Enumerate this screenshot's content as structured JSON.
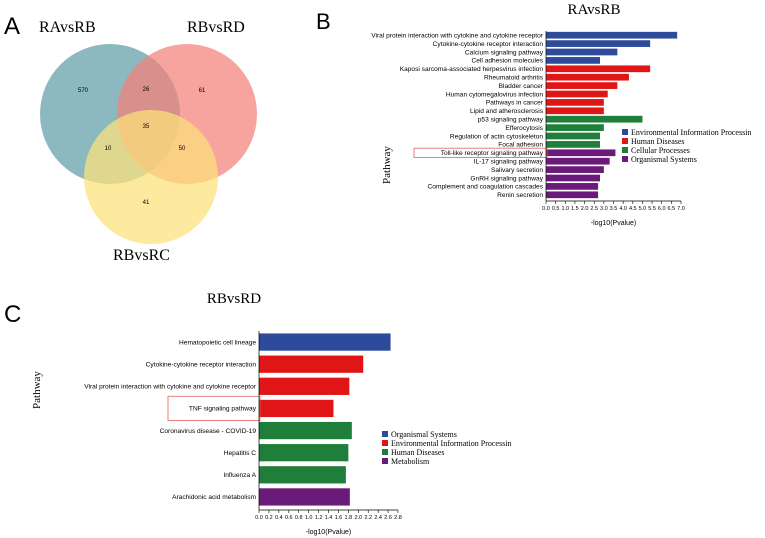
{
  "panels": {
    "A": "A",
    "B": "B",
    "C": "C"
  },
  "colors": {
    "environmental": "#2e4a9a",
    "human_diseases": "#e01515",
    "cellular": "#1f7f3a",
    "organismal": "#6a1a78",
    "venn_rb": "#5e9ea6",
    "venn_rd": "#f47f78",
    "venn_rc": "#fde27a",
    "highlight_box": "#e06060"
  },
  "venn": {
    "labels": {
      "ra_vs_rb": "RAvsRB",
      "rb_vs_rd": "RBvsRD",
      "rb_vs_rc": "RBvsRC"
    },
    "counts": {
      "only_ra_vs_rb": "570",
      "only_rb_vs_rd": "61",
      "only_rb_vs_rc": "41",
      "ra_rb_and_rd": "26",
      "ra_rb_and_rc": "10",
      "rd_and_rc": "50",
      "all_three": "35"
    }
  },
  "chart_data": [
    {
      "type": "bar",
      "orientation": "horizontal",
      "title": "RAvsRB",
      "xlabel": "-log10(Pvalue)",
      "ylabel": "Pathway",
      "xlim": [
        0,
        7.0
      ],
      "x_ticks": [
        "0.0",
        "0.5",
        "1.0",
        "1.5",
        "2.0",
        "2.5",
        "3.0",
        "3.5",
        "4.0",
        "4.5",
        "5.0",
        "5.5",
        "6.0",
        "6.5",
        "7.0"
      ],
      "legend_position": "right",
      "legend": [
        {
          "name": "Environmental Information Processin",
          "color": "#2e4a9a"
        },
        {
          "name": "Human Diseases",
          "color": "#e01515"
        },
        {
          "name": "Cellular Processes",
          "color": "#1f7f3a"
        },
        {
          "name": "Organismal Systems",
          "color": "#6a1a78"
        }
      ],
      "highlighted": "Toll-like receptor signaling pathway",
      "categories": [
        "Viral protein interaction with cytokine and cytokine receptor",
        "Cytokine-cytokine receptor interaction",
        "Calcium signaling pathway",
        "Cell adhesion molecules",
        "Kaposi sarcoma-associated herpesvirus infection",
        "Rheumatoid arthritis",
        "Bladder cancer",
        "Human cytomegalovirus infection",
        "Pathways in cancer",
        "Lipid and atherosclerosis",
        "p53 signaling pathway",
        "Efferocytosis",
        "Regulation of actin cytoskeleton",
        "Focal adhesion",
        "Toll-like receptor signaling pathway",
        "IL-17 signaling pathway",
        "Salivary secretion",
        "GnRH signaling pathway",
        "Complement and coagulation cascades",
        "Renin secretion"
      ],
      "values": [
        6.8,
        5.4,
        3.7,
        2.8,
        5.4,
        4.3,
        3.7,
        3.2,
        3.0,
        3.0,
        5.0,
        3.0,
        2.8,
        2.8,
        3.6,
        3.3,
        3.0,
        2.8,
        2.7,
        2.7
      ],
      "groups": [
        "env",
        "env",
        "env",
        "env",
        "hd",
        "hd",
        "hd",
        "hd",
        "hd",
        "hd",
        "cp",
        "cp",
        "cp",
        "cp",
        "os",
        "os",
        "os",
        "os",
        "os",
        "os"
      ]
    },
    {
      "type": "bar",
      "orientation": "horizontal",
      "title": "RBvsRD",
      "xlabel": "-log10(Pvalue)",
      "ylabel": "Pathway",
      "xlim": [
        0,
        2.8
      ],
      "x_ticks": [
        "0.0",
        "0.2",
        "0.4",
        "0.6",
        "0.8",
        "1.0",
        "1.2",
        "1.4",
        "1.6",
        "1.8",
        "2.0",
        "2.2",
        "2.4",
        "2.6",
        "2.8"
      ],
      "legend_position": "right",
      "legend": [
        {
          "name": "Organismal Systems",
          "color": "#2e4a9a"
        },
        {
          "name": "Environmental Information Processin",
          "color": "#e01515"
        },
        {
          "name": "Human Diseases",
          "color": "#1f7f3a"
        },
        {
          "name": "Metabolism",
          "color": "#6a1a78"
        }
      ],
      "highlighted": "TNF signaling pathway",
      "categories": [
        "Hematopoietic cell lineage",
        "Cytokine-cytokine receptor interaction",
        "Viral protein interaction with cytokine and cytokine receptor",
        "TNF signaling pathway",
        "Coronavirus disease - COVID-19",
        "Hepatitis C",
        "Influenza A",
        "Arachidonic acid metabolism"
      ],
      "values": [
        2.65,
        2.1,
        1.82,
        1.5,
        1.87,
        1.8,
        1.75,
        1.83
      ],
      "groups": [
        "os",
        "eip",
        "eip",
        "eip",
        "hd",
        "hd",
        "hd",
        "met"
      ]
    }
  ]
}
